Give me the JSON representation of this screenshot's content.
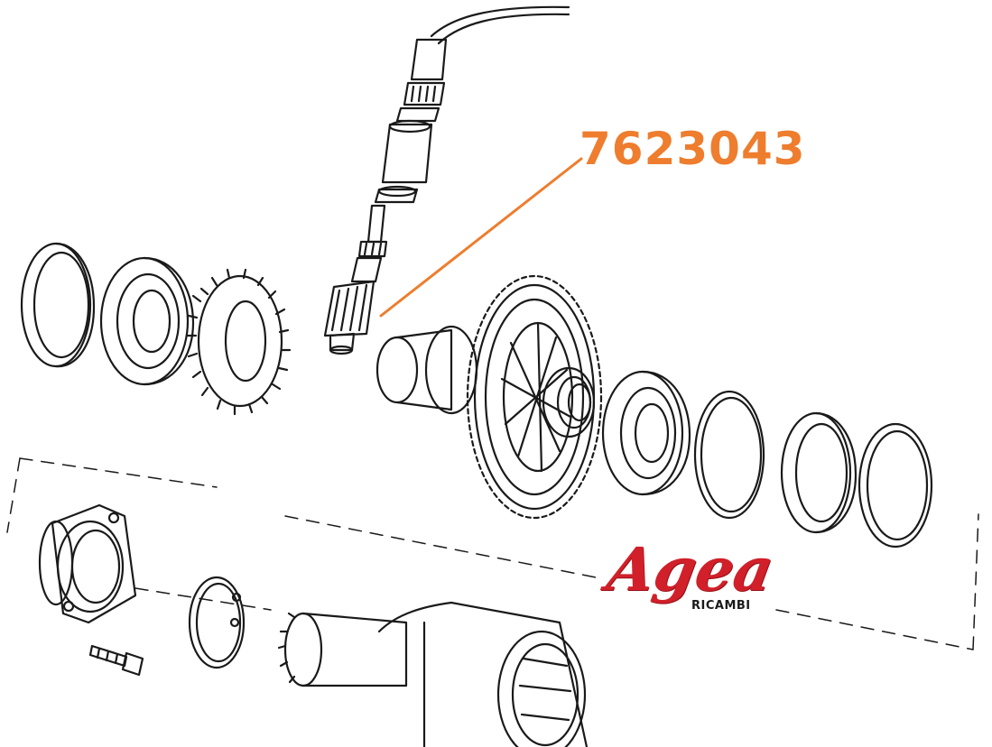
{
  "callout": {
    "part_number": "7623043"
  },
  "logo": {
    "brand": "Agea",
    "sub": "RICAMBI"
  },
  "colors": {
    "callout": "#ee7d2e",
    "logo_red": "#d1202a",
    "line": "#1a1a1a"
  }
}
